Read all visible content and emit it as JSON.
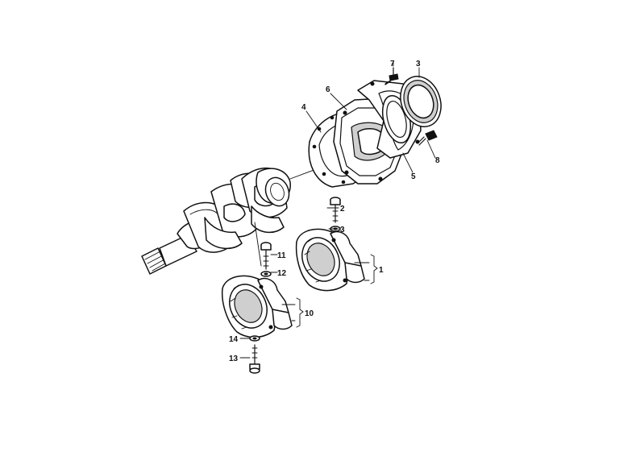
{
  "diagram": {
    "labels": {
      "n1": "1",
      "n2": "2",
      "n3a": "3",
      "n3b": "3",
      "n4": "4",
      "n5": "5",
      "n6": "6",
      "n7": "7",
      "n8": "8",
      "n10": "10",
      "n11": "11",
      "n12": "12",
      "n13": "13",
      "n14": "14"
    }
  }
}
